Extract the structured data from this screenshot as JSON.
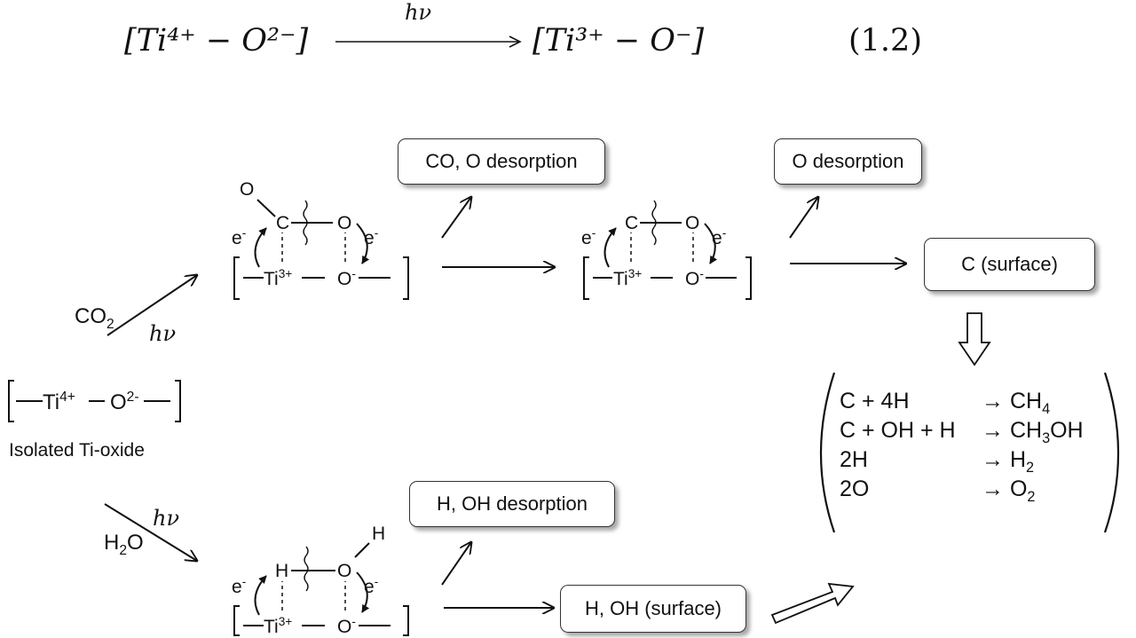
{
  "equation": {
    "lhs": "[Ti⁴⁺ − O²⁻]",
    "over": "hν",
    "rhs": "[Ti³⁺ − O⁻]",
    "number": "(1.2)"
  },
  "start": {
    "formula_ti": "Ti",
    "formula_ti_sup": "4+",
    "formula_o": "O",
    "formula_o_sup": "2-",
    "caption": "Isolated Ti-oxide"
  },
  "reactants": {
    "co2_main": "CO",
    "co2_sub": "2",
    "h2o_h": "H",
    "h2o_sub": "2",
    "h2o_o": "O",
    "light": "hν"
  },
  "boxes": {
    "co_o_desorption": "CO, O desorption",
    "o_desorption": "O desorption",
    "c_surface": "C (surface)",
    "h_oh_desorption": "H, OH desorption",
    "h_oh_surface": "H, OH (surface)"
  },
  "intermediates": {
    "ti3": "Ti",
    "ti3_sup": "3+",
    "o_minus": "O",
    "o_minus_sup": "-",
    "electron": "e",
    "electron_sup": "-",
    "c": "C",
    "o": "O",
    "h": "H"
  },
  "products": [
    {
      "lhs": "C + 4H",
      "rhs_main": "→ CH",
      "rhs_sub": "4",
      "rhs_tail": ""
    },
    {
      "lhs": "C + OH + H",
      "rhs_main": "→ CH",
      "rhs_sub": "3",
      "rhs_tail": "OH"
    },
    {
      "lhs": "2H",
      "rhs_main": "→ H",
      "rhs_sub": "2",
      "rhs_tail": ""
    },
    {
      "lhs": "2O",
      "rhs_main": "→ O",
      "rhs_sub": "2",
      "rhs_tail": ""
    }
  ]
}
